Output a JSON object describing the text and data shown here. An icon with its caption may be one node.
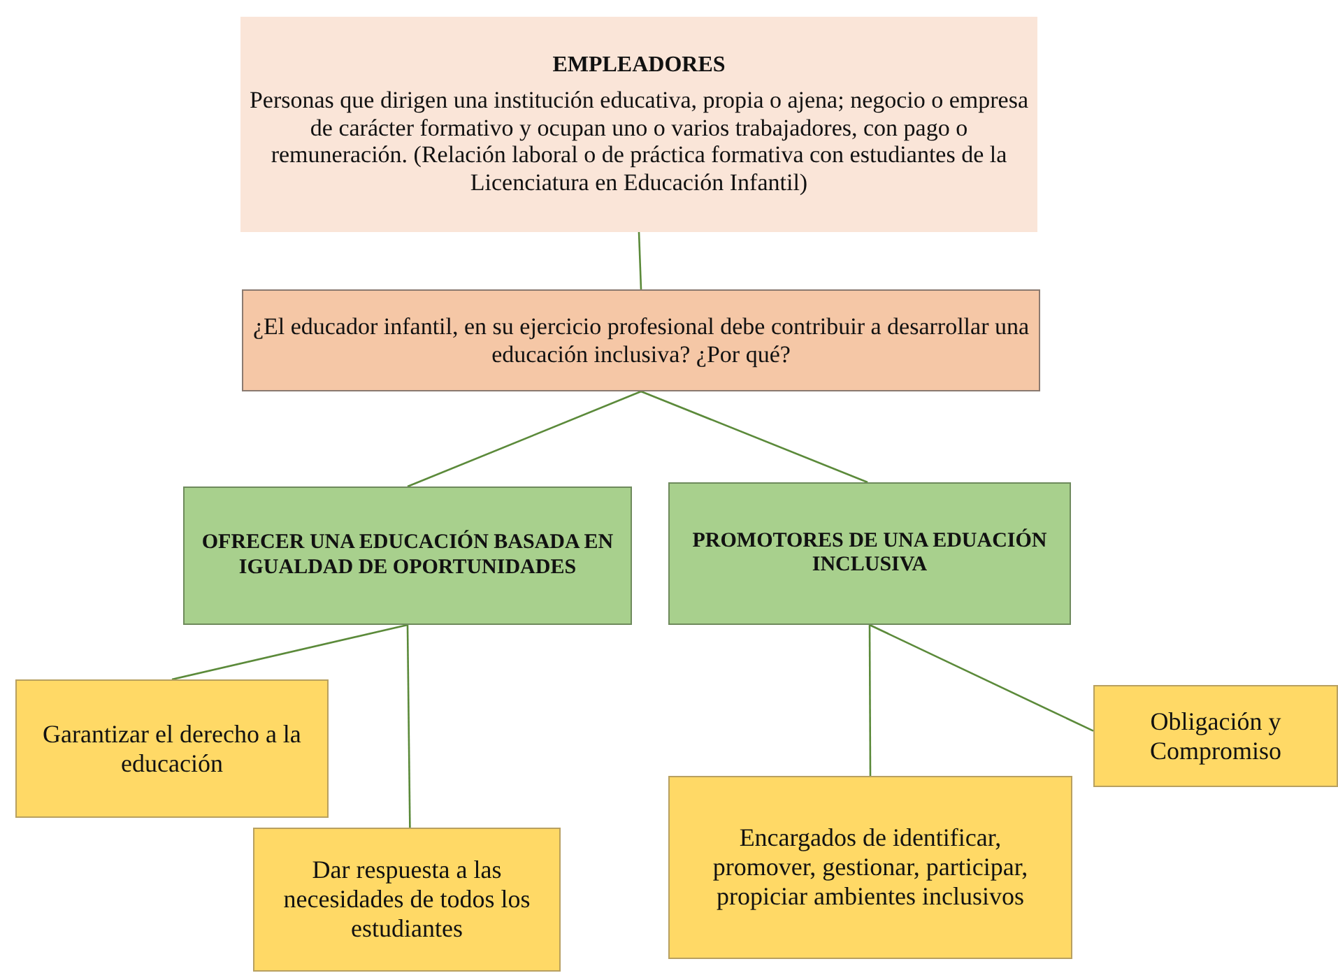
{
  "diagram": {
    "nodes": [
      {
        "text": [
          "EMPLEADORES",
          "Personas que dirigen una institución educativa, propia o ajena; negocio o empresa de carácter formativo y ocupan uno o varios trabajadores, con pago o remuneración. (Relación laboral o de práctica formativa con estudiantes de la Licenciatura en Educación Infantil)"
        ]
      },
      {
        "text": [
          "¿El educador infantil, en su ejercicio profesional debe contribuir a desarrollar una educación inclusiva? ¿Por qué?"
        ]
      },
      {
        "text": [
          "OFRECER UNA EDUCACIÓN BASADA EN IGUALDAD DE OPORTUNIDADES"
        ]
      },
      {
        "text": [
          "PROMOTORES DE UNA EDUACIÓN INCLUSIVA"
        ]
      },
      {
        "text": [
          "Garantizar el derecho a la educación"
        ]
      },
      {
        "text": [
          "Dar respuesta a las necesidades de todos los estudiantes"
        ]
      },
      {
        "text": [
          "Encargados de identificar, promover, gestionar, participar, propiciar ambientes inclusivos"
        ]
      },
      {
        "text": [
          "Obligación y Compromiso"
        ]
      }
    ],
    "edges": [
      {
        "from": 0,
        "to": 1,
        "arrow": "none"
      },
      {
        "from": 1,
        "to": 2,
        "arrow": "none"
      },
      {
        "from": 1,
        "to": 3,
        "arrow": "none"
      },
      {
        "from": 2,
        "to": 4,
        "arrow": "none"
      },
      {
        "from": 2,
        "to": 5,
        "arrow": "none"
      },
      {
        "from": 3,
        "to": 6,
        "arrow": "none"
      },
      {
        "from": 3,
        "to": 7,
        "arrow": "none"
      }
    ]
  }
}
